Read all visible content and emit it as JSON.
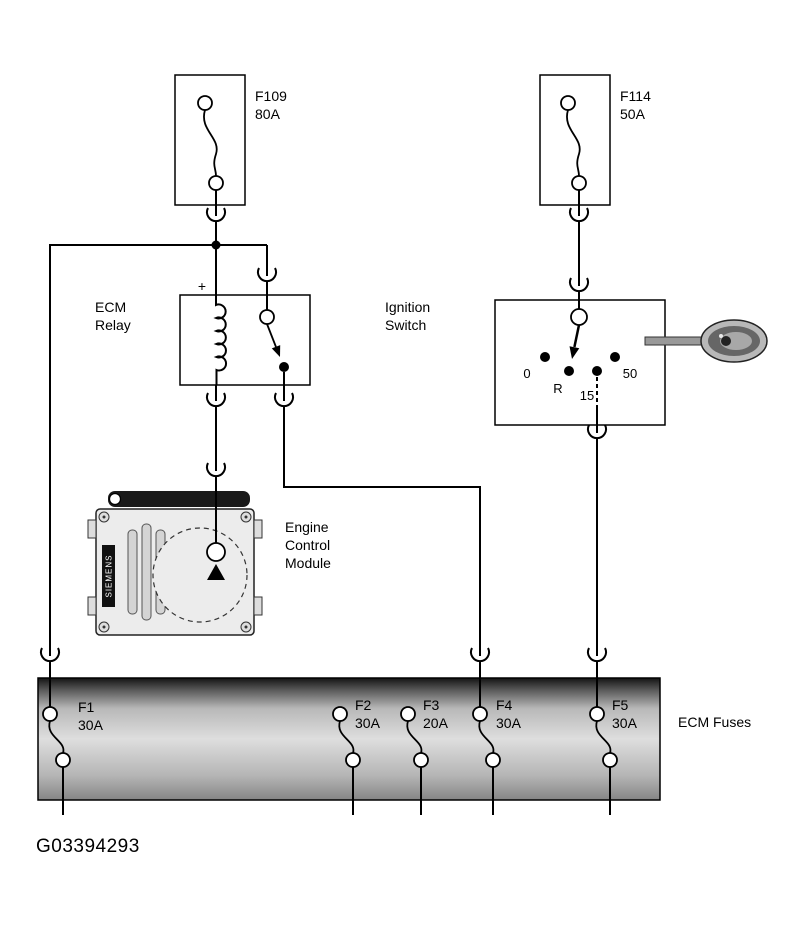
{
  "figure_id": "G03394293",
  "icons": {
    "ignition_key": "car-key"
  },
  "colors": {
    "wire": "#000000",
    "diagram_bg": "#ffffff",
    "module_fill": "#ececec",
    "connector_bar": "#1a1a1a",
    "fusebox_gradient_top": "#141414",
    "fusebox_gradient_mid": "#dedede",
    "fusebox_gradient_bottom": "#858585"
  },
  "components": {
    "main_fuses": [
      {
        "name": "F109",
        "rating": "80A"
      },
      {
        "name": "F114",
        "rating": "50A"
      }
    ],
    "ecm_relay": {
      "label": [
        "ECM",
        "Relay"
      ],
      "plus_sign": "+"
    },
    "ignition_switch": {
      "label": [
        "Ignition",
        "Switch"
      ],
      "positions": [
        "0",
        "R",
        "15",
        "50"
      ]
    },
    "engine_control_module": {
      "label": [
        "Engine",
        "Control",
        "Module"
      ],
      "brand": "SIEMENS"
    },
    "ecm_fuse_box": {
      "label": "ECM Fuses",
      "fuses": [
        {
          "name": "F1",
          "rating": "30A"
        },
        {
          "name": "F2",
          "rating": "30A"
        },
        {
          "name": "F3",
          "rating": "20A"
        },
        {
          "name": "F4",
          "rating": "30A"
        },
        {
          "name": "F5",
          "rating": "30A"
        }
      ]
    }
  }
}
